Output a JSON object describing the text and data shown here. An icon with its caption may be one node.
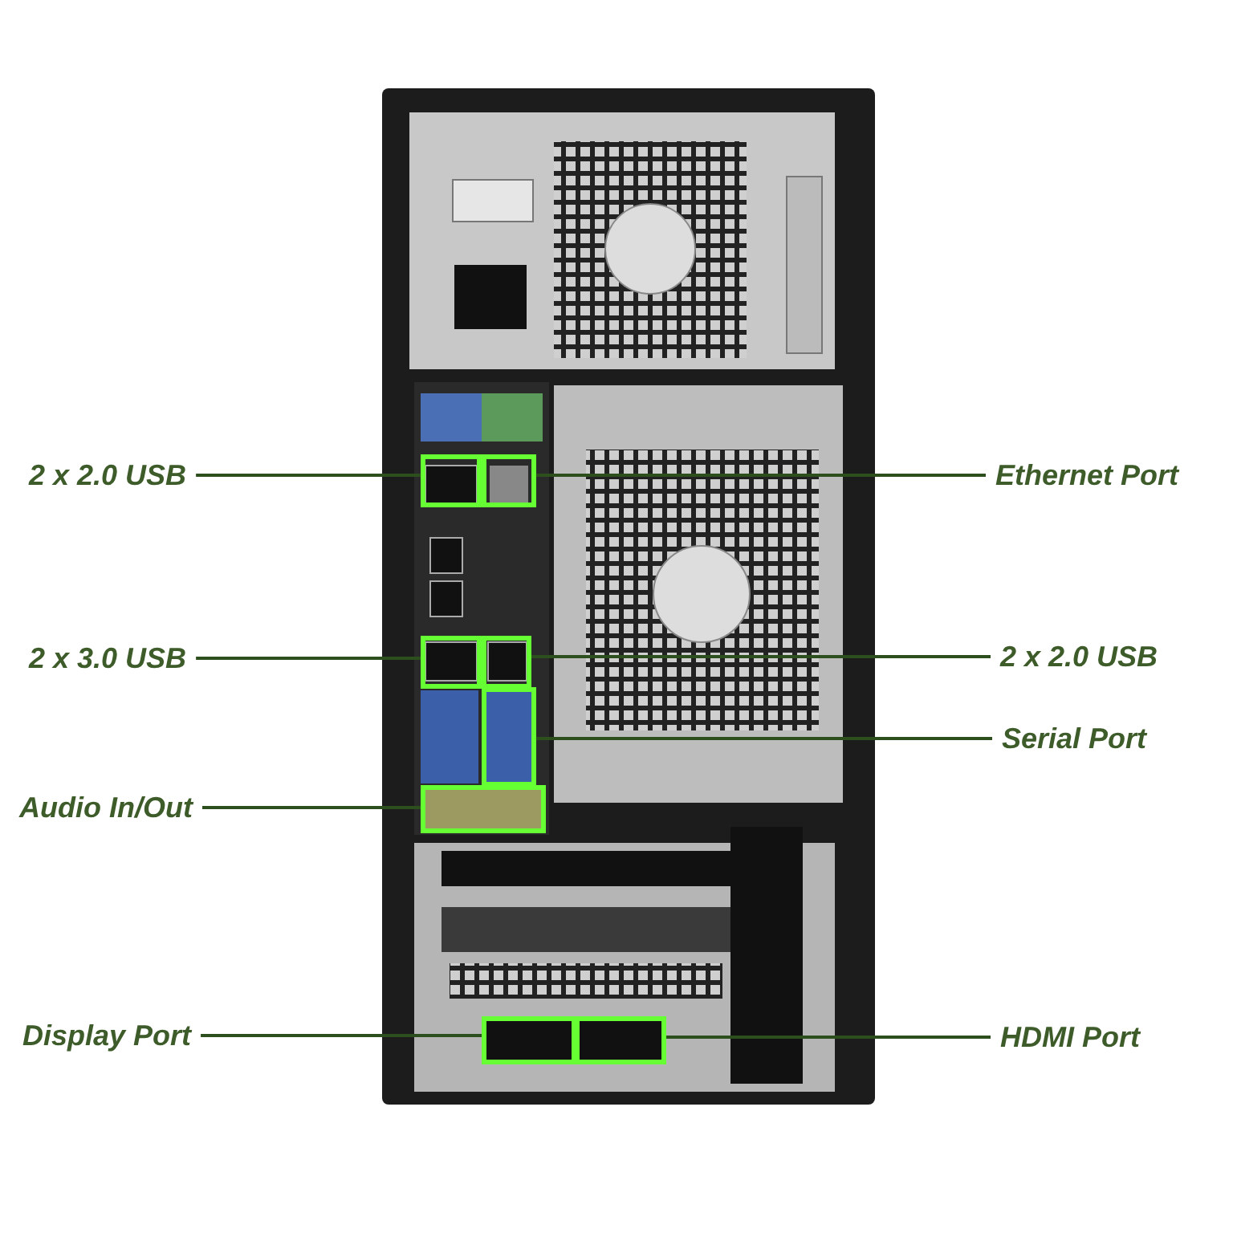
{
  "diagram": {
    "nodes": [
      {
        "text": [
          "2 x 2.0 USB"
        ]
      },
      {
        "text": [
          "Ethernet Port"
        ]
      },
      {
        "text": [
          "2 x 3.0 USB"
        ]
      },
      {
        "text": [
          "2 x 2.0 USB"
        ]
      },
      {
        "text": [
          "Serial Port"
        ]
      },
      {
        "text": [
          "Audio In/Out"
        ]
      },
      {
        "text": [
          "Display Port"
        ]
      },
      {
        "text": [
          "HDMI Port"
        ]
      },
      {
        "text": [],
        "shape": "box"
      },
      {
        "text": [],
        "shape": "box"
      },
      {
        "text": [],
        "shape": "box"
      },
      {
        "text": [],
        "shape": "box"
      },
      {
        "text": [],
        "shape": "box"
      },
      {
        "text": [],
        "shape": "box"
      },
      {
        "text": [],
        "shape": "box"
      },
      {
        "text": [],
        "shape": "box"
      }
    ],
    "edges": [
      {
        "from": 0,
        "to": 8,
        "arrow": "none"
      },
      {
        "from": 1,
        "to": 9,
        "arrow": "none"
      },
      {
        "from": 2,
        "to": 10,
        "arrow": "none"
      },
      {
        "from": 3,
        "to": 11,
        "arrow": "none"
      },
      {
        "from": 4,
        "to": 12,
        "arrow": "none"
      },
      {
        "from": 5,
        "to": 13,
        "arrow": "none"
      },
      {
        "from": 6,
        "to": 14,
        "arrow": "none"
      },
      {
        "from": 7,
        "to": 15,
        "arrow": "none"
      }
    ]
  }
}
